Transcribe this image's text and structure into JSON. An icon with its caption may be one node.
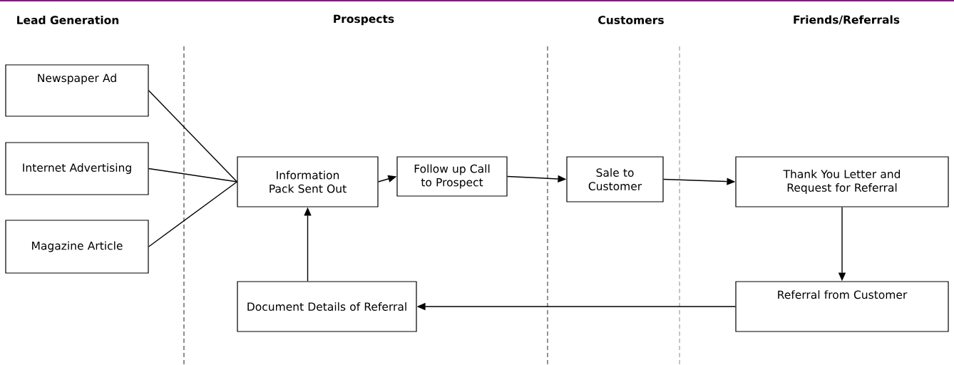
{
  "diagram": {
    "nodes": [
      {
        "text": [
          "Newspaper Ad"
        ]
      },
      {
        "text": [
          "Internet Advertising"
        ]
      },
      {
        "text": [
          "Magazine Article"
        ]
      },
      {
        "text": [
          "Information Pack Sent Out"
        ]
      },
      {
        "text": [
          "Follow up Call to Prospect"
        ]
      },
      {
        "text": [
          "Sale to Customer"
        ]
      },
      {
        "text": [
          "Thank You Letter and Request for Referral"
        ]
      },
      {
        "text": [
          "Referral from Customer"
        ]
      },
      {
        "text": [
          "Document Details of Referral"
        ]
      }
    ],
    "edges": [
      {
        "from": 0,
        "to": 3,
        "arrow": "none"
      },
      {
        "from": 1,
        "to": 3,
        "arrow": "none"
      },
      {
        "from": 2,
        "to": 3,
        "arrow": "none"
      },
      {
        "from": 3,
        "to": 4,
        "arrow": "to"
      },
      {
        "from": 4,
        "to": 5,
        "arrow": "to"
      },
      {
        "from": 5,
        "to": 6,
        "arrow": "to"
      },
      {
        "from": 6,
        "to": 7,
        "arrow": "to"
      },
      {
        "from": 7,
        "to": 8,
        "arrow": "to"
      },
      {
        "from": 8,
        "to": 3,
        "arrow": "to"
      }
    ],
    "labels": [
      "Lead Generation",
      "Prospects",
      "Customers",
      "Friends/Referrals"
    ]
  }
}
